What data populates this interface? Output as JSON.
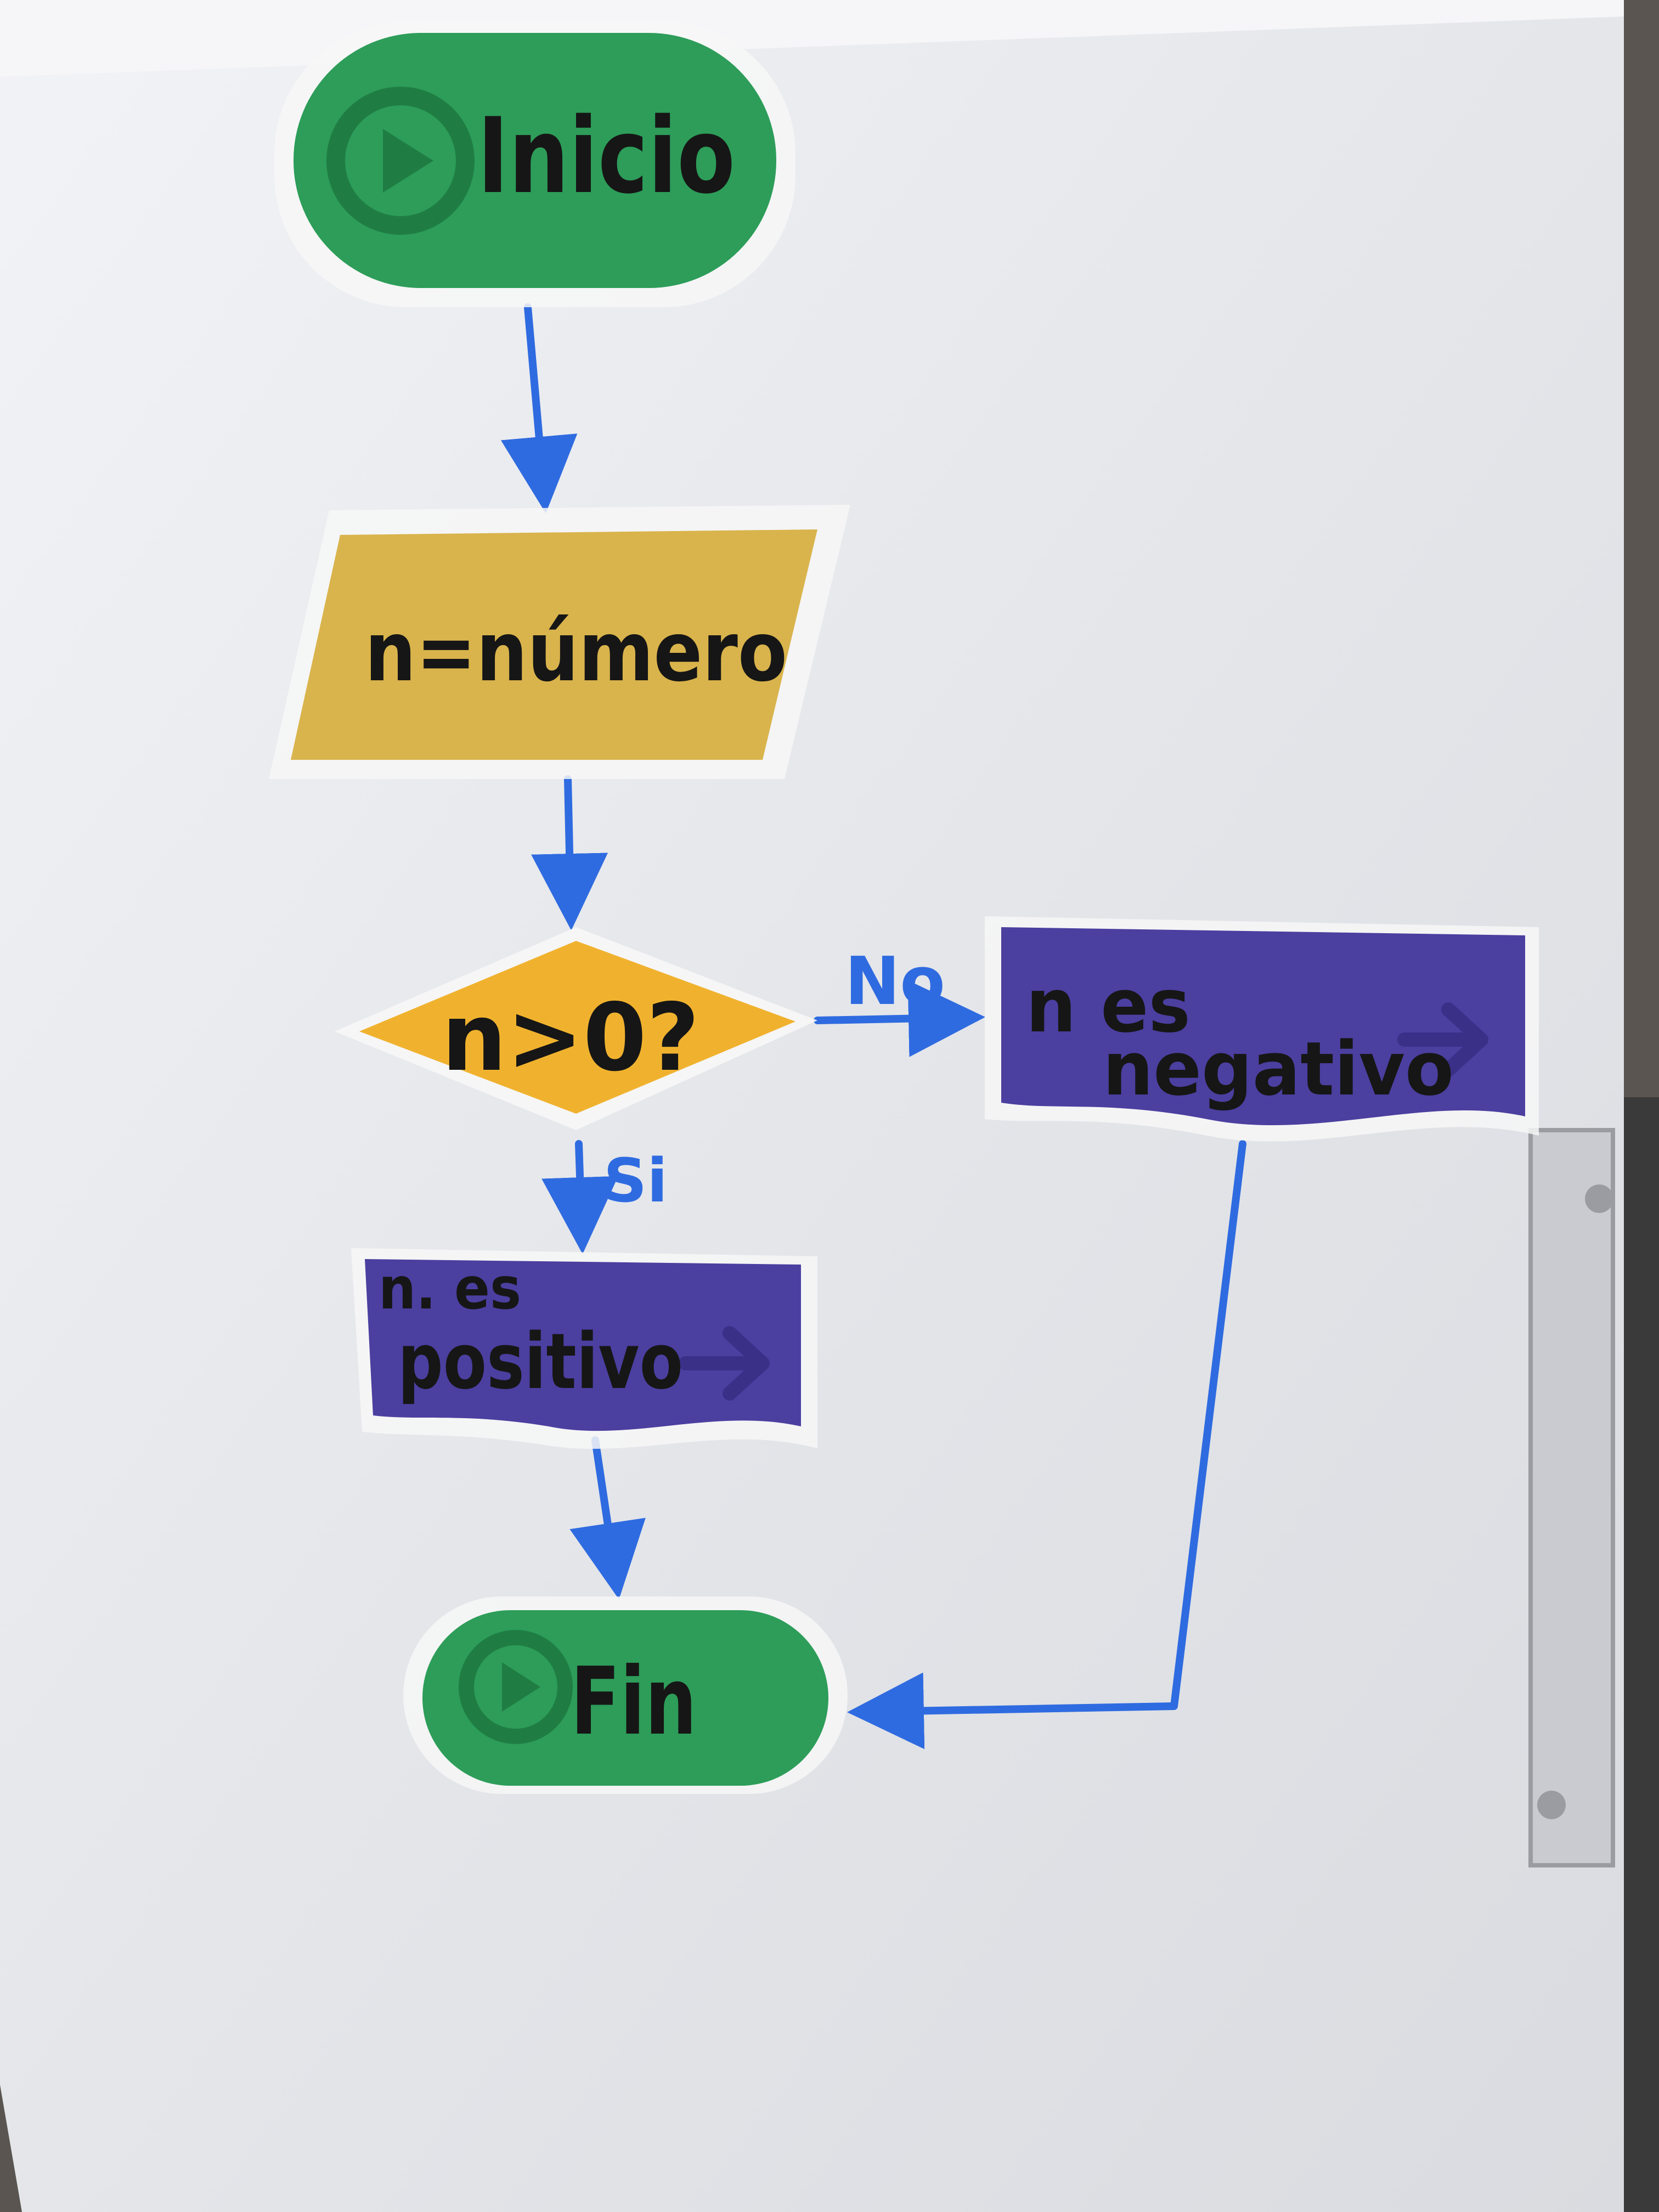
{
  "colors": {
    "board": "#e9eaee",
    "terminal": "#2d9d59",
    "terminal_icon": "#1f7d44",
    "input": "#d9b44c",
    "decision": "#f0b22e",
    "output": "#4b3fa0",
    "marker": "#2f6be0",
    "ink": "#161616"
  },
  "nodes": {
    "start": {
      "label": "Inicio",
      "icon": "play-icon"
    },
    "input": {
      "label": "n=número"
    },
    "decision": {
      "label": "n>0?"
    },
    "out_positive": {
      "line1": "n. es",
      "line2": "positivo",
      "icon": "arrow-right-icon"
    },
    "out_negative": {
      "line1": "n es",
      "line2": "negativo",
      "icon": "arrow-right-icon"
    },
    "end": {
      "label": "Fin",
      "icon": "play-icon"
    }
  },
  "edges": {
    "no_label": "No",
    "yes_label": "Si"
  }
}
